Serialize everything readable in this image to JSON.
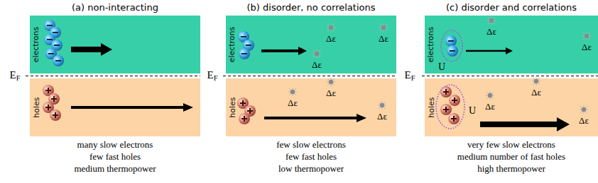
{
  "diagram": {
    "nodes": [
      {
        "text": [
          "electrons"
        ]
      },
      {
        "text": [
          "holes"
        ]
      },
      {
        "text": [
          "electrons"
        ]
      },
      {
        "text": [
          "holes"
        ]
      },
      {
        "text": [
          "electrons"
        ]
      },
      {
        "text": [
          "holes"
        ]
      }
    ],
    "labels": [
      "(a) non-interacting",
      "(b) disorder, no correlations",
      "(c) disorder and correlations",
      "EF",
      "EF",
      "EF",
      "Δε",
      "Δε",
      "Δε",
      "Δε",
      "Δε",
      "Δε",
      "Δε",
      "Δε",
      "U",
      "Δε",
      "Δε",
      "Δε",
      "U",
      "many slow electrons",
      "few fast holes",
      "medium thermopower",
      "few slow electrons",
      "few fast holes",
      "low thermopower",
      "very few slow electrons",
      "medium number of fast holes",
      "high thermopower"
    ]
  }
}
